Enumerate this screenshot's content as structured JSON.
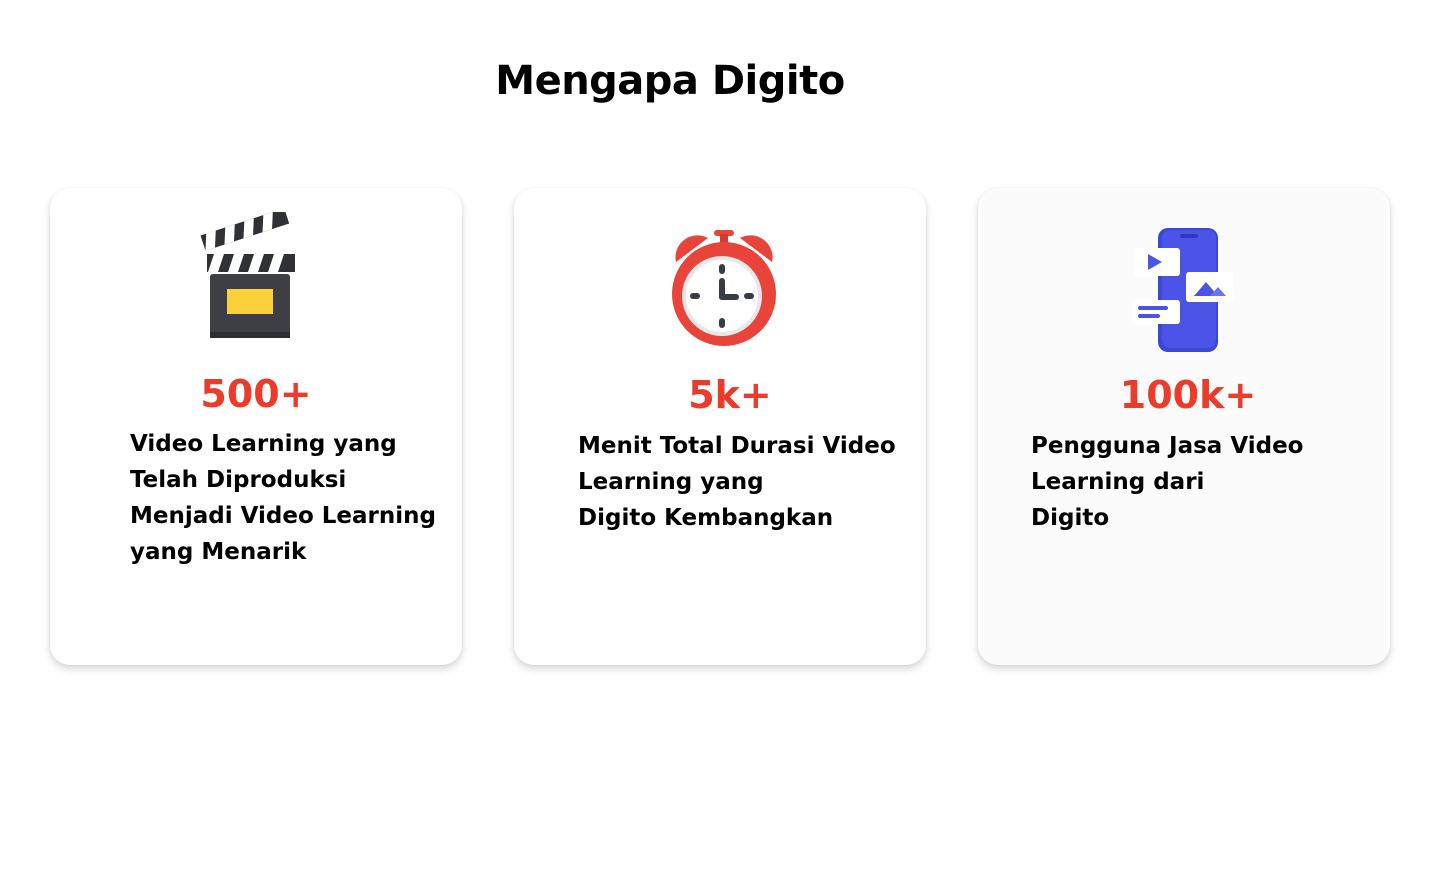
{
  "section": {
    "title": "Mengapa Digito"
  },
  "cards": [
    {
      "icon": "clapperboard-icon",
      "stat": "500+",
      "lines": [
        "Video Learning yang",
        "Telah Diproduksi",
        "Menjadi Video Learning",
        "yang Menarik"
      ]
    },
    {
      "icon": "alarm-clock-icon",
      "stat": "5k+",
      "lines": [
        "Menit Total Durasi Video",
        "Learning yang",
        "Digito Kembangkan"
      ]
    },
    {
      "icon": "smartphone-media-icon",
      "stat": "100k+",
      "lines": [
        "Pengguna Jasa Video",
        "Learning dari",
        "Digito"
      ]
    }
  ],
  "colors": {
    "accent": "#ec3b2b",
    "phone": "#4a55e8",
    "clock": "#e8443a"
  }
}
